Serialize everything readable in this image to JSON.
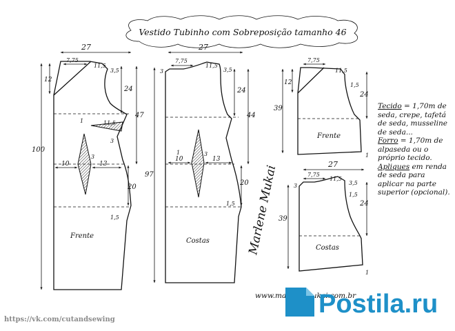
{
  "title": "Vestido Tubinho com Sobreposição tamanho 46",
  "website": "www.marlenemukai.com.br",
  "signature": "Marlene Mukai",
  "watermark": "https://vk.com/cutandsewing",
  "brand": {
    "name": "Postila.ru",
    "color": "#1e90c8",
    "icon": "folded-note-icon"
  },
  "front_long": {
    "label": "Frente",
    "width": "27",
    "shoulder": "7,75",
    "shoulder_slope": "11,5",
    "neck_drop": "3,5",
    "left_drop": "12",
    "armhole_depth": "24",
    "bodice": "47",
    "total_length": "100",
    "dart_left": "10",
    "dart_right": "13",
    "dart_width": "3",
    "hip_section": "20",
    "hem_rise": "1,5",
    "side_dart_length": "11,5",
    "side_dart_width": "3",
    "dart_depth": "1"
  },
  "back_long": {
    "label": "Costas",
    "width": "27",
    "shoulder": "7,75",
    "shoulder_slope": "11,5",
    "neck_drop": "3,5",
    "left_drop": "3",
    "armhole_depth": "24",
    "bodice": "44",
    "total_length": "97",
    "dart_left": "10",
    "dart_right": "13",
    "dart_width": "3",
    "hip_section": "20",
    "hem_rise": "1,5",
    "dart_depth": "1"
  },
  "front_short": {
    "label": "Frente",
    "shoulder": "7,75",
    "shoulder_slope": "11,5",
    "left_drop": "12",
    "height": "39",
    "armhole_depth": "24",
    "armhole_point": "1,5",
    "hem_rise": "1"
  },
  "back_short": {
    "label": "Costas",
    "width": "27",
    "shoulder": "7,75",
    "shoulder_slope": "11,5",
    "neck_drop": "3,5",
    "left_drop": "3",
    "armhole_depth": "24",
    "armhole_point": "1,5",
    "height": "39",
    "hem_rise": "1"
  },
  "notes": {
    "fabric_label": "Tecido",
    "fabric_text": "= 1,70m de seda, crepe, tafetá de seda, musseline de seda...",
    "lining_label": "Forro",
    "lining_text": "= 1,70m de alpaseda ou o próprio tecido.",
    "applique_label": "Apliques",
    "applique_text": "em renda de seda para aplicar na parte superior (opcional)."
  }
}
